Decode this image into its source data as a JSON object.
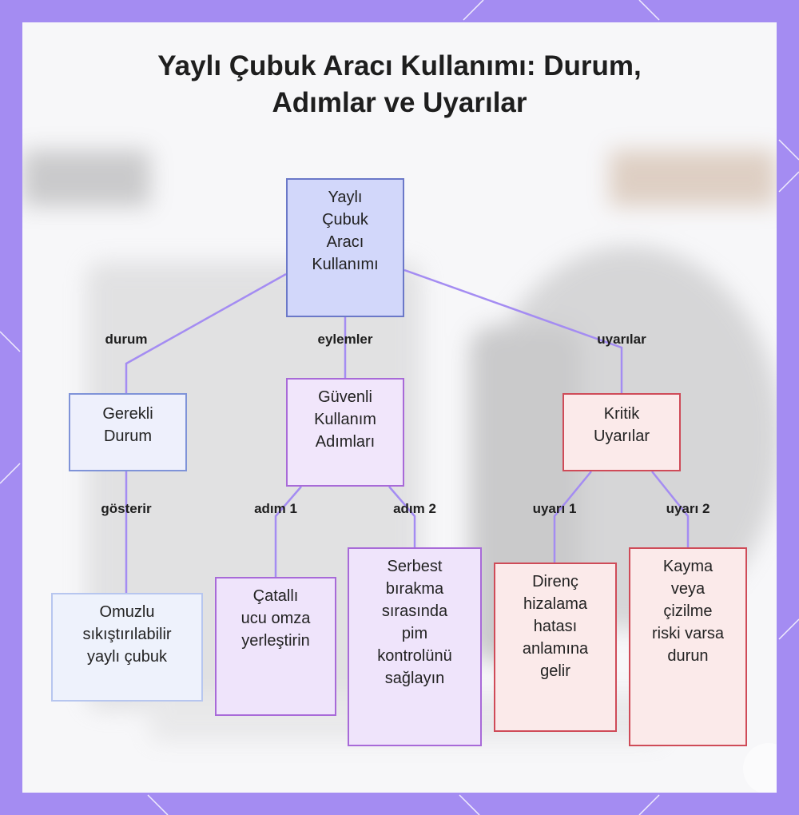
{
  "title": {
    "line1": "Yaylı Çubuk Aracı Kullanımı: Durum,",
    "line2": "Adımlar ve Uyarılar"
  },
  "nodes": {
    "root": "Yaylı\nÇubuk\nAracı\nKullanımı",
    "required_state": "Gerekli\nDurum",
    "shoulder_rod": "Omuzlu\nsıkıştırılabilir\nyaylı çubuk",
    "safe_steps": "Güvenli\nKullanım\nAdımları",
    "fork_tip": "Çatallı\nucu omza\nyerleştirin",
    "pin_control": "Serbest\nbırakma\nsırasında\npim\nkontrolünü\nsağlayın",
    "critical_warnings": "Kritik\nUyarılar",
    "resistance": "Direnç\nhizalama\nhatası\nanlamına\ngelir",
    "slip_stop": "Kayma\nveya\nçizilme\nriski varsa\ndurun"
  },
  "edge_labels": {
    "durum": "durum",
    "eylemler": "eylemler",
    "uyarilar": "uyarılar",
    "gosterir": "gösterir",
    "adim1": "adım 1",
    "adim2": "adım 2",
    "uyari1": "uyarı 1",
    "uyari2": "uyarı 2"
  },
  "colors": {
    "frame": "#a48cf2",
    "edge": "#a48cf2",
    "root_fill": "#d2d7fa",
    "step_border": "#a86ad8",
    "warning_border": "#cf4b58"
  }
}
